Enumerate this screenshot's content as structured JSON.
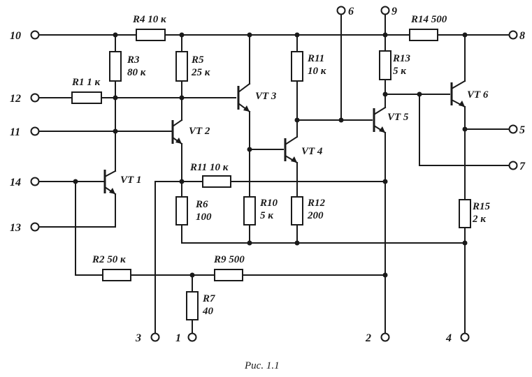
{
  "caption": "Рис. 1.1",
  "pins": {
    "p1": "1",
    "p2": "2",
    "p3": "3",
    "p4": "4",
    "p5": "5",
    "p6": "6",
    "p7": "7",
    "p8": "8",
    "p9": "9",
    "p10": "10",
    "p11": "11",
    "p12": "12",
    "p13": "13",
    "p14": "14"
  },
  "resistors": {
    "r1": {
      "name": "R1",
      "value": "1 к"
    },
    "r2": {
      "name": "R2",
      "value": "50 к"
    },
    "r3": {
      "name": "R3",
      "value": "80 к"
    },
    "r4": {
      "name": "R4",
      "value": "10 к"
    },
    "r5": {
      "name": "R5",
      "value": "25 к"
    },
    "r6": {
      "name": "R6",
      "value": "100"
    },
    "r7": {
      "name": "R7",
      "value": "40"
    },
    "r9": {
      "name": "R9",
      "value": "500"
    },
    "r10": {
      "name": "R10",
      "value": "5 к"
    },
    "r11a": {
      "name": "R11",
      "value": "10 к"
    },
    "r11b": {
      "name": "R11",
      "value": "10 к"
    },
    "r12": {
      "name": "R12",
      "value": "200"
    },
    "r13": {
      "name": "R13",
      "value": "5 к"
    },
    "r14": {
      "name": "R14",
      "value": "500"
    },
    "r15": {
      "name": "R15",
      "value": "2 к"
    }
  },
  "transistors": {
    "vt1": "VT 1",
    "vt2": "VT 2",
    "vt3": "VT 3",
    "vt4": "VT 4",
    "vt5": "VT 5",
    "vt6": "VT 6"
  }
}
